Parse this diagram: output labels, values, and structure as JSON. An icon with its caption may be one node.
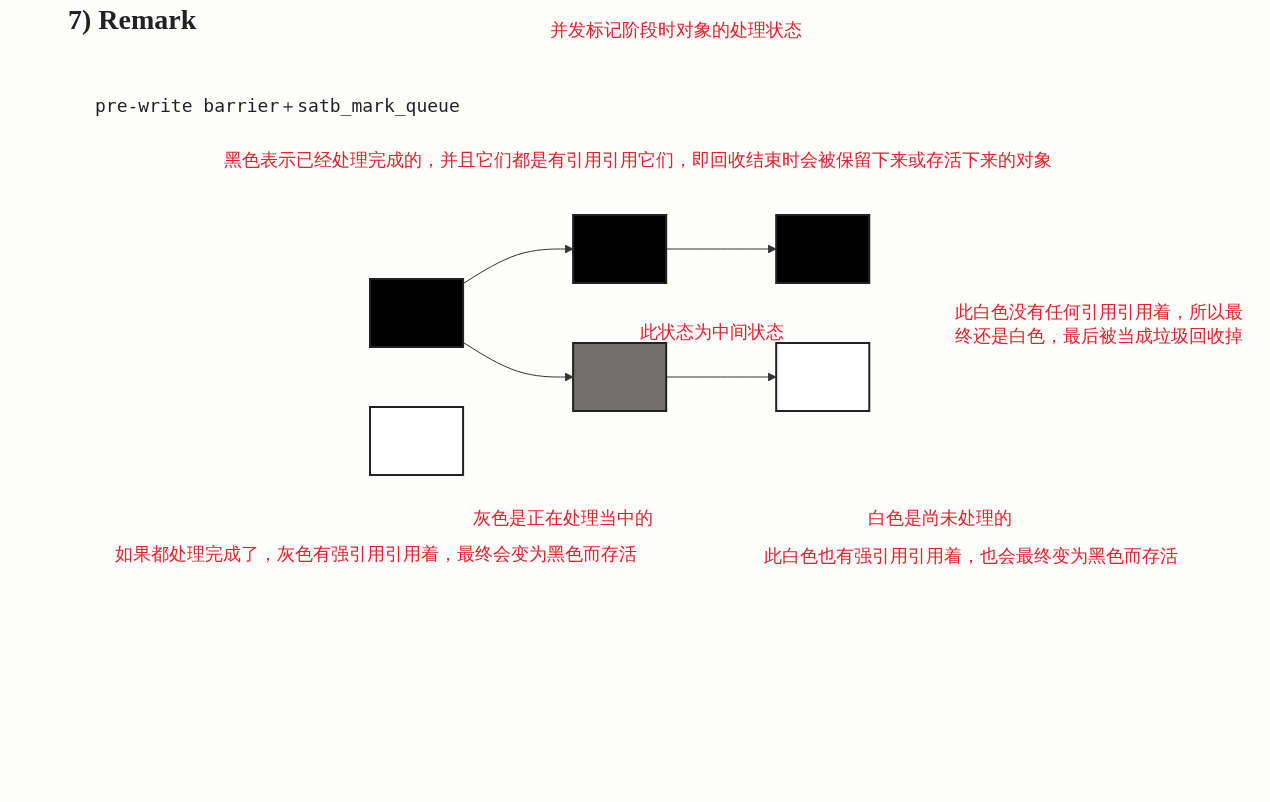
{
  "diagram": {
    "title": "7) Remark",
    "nodes": [
      {
        "text": [],
        "shape": "box"
      },
      {
        "text": [],
        "shape": "box"
      },
      {
        "text": [],
        "shape": "box"
      },
      {
        "text": [],
        "shape": "box"
      },
      {
        "text": [],
        "shape": "box"
      },
      {
        "text": [],
        "shape": "box"
      }
    ],
    "edges": [
      {
        "from": 0,
        "to": 1,
        "arrow": "to"
      },
      {
        "from": 1,
        "to": 2,
        "arrow": "to"
      },
      {
        "from": 0,
        "to": 3,
        "arrow": "to"
      },
      {
        "from": 3,
        "to": 4,
        "arrow": "to"
      }
    ],
    "labels": [
      "并发标记阶段时对象的处理状态",
      "pre-write barrier＋satb_mark_queue",
      "黑色表示已经处理完成的，并且它们都是有引用引用它们，即回收结束时会被保留下来或存活下来的对象",
      "此白色没有任何引用引用着，所以最终还是白色，最后被当成垃圾回收掉",
      "此状态为中间状态",
      "灰色是正在处理当中的",
      "白色是尚未处理的",
      "如果都处理完成了，灰色有强引用引用着，最终会变为黑色而存活",
      "此白色也有强引用引用着，也会最终变为黑色而存活"
    ]
  }
}
